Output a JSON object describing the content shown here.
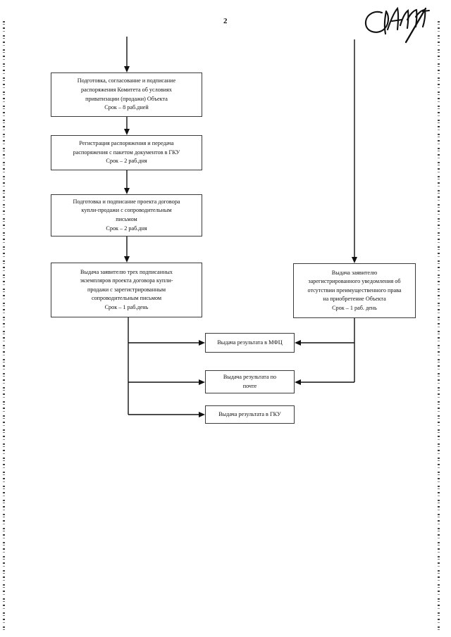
{
  "page": {
    "number": "2",
    "signature_label": "handwritten-signature"
  },
  "flowchart": {
    "type": "process-flow-diagram",
    "orientation": "top-to-bottom",
    "nodes": [
      {
        "id": "prep-order",
        "column": "left",
        "text": "Подготовка, согласование и подписание\nраспоряжения Комитета об условиях\nприватизации (продажи) Объекта\nСрок – 8 раб.дней",
        "term": "Срок – 8 раб.дней"
      },
      {
        "id": "registration",
        "column": "left",
        "text": "Регистрация распоряжения и передача\nраспоряжения с пакетом документов в ГКУ\nСрок – 2 раб.дня",
        "term": "Срок – 2 раб.дня"
      },
      {
        "id": "contract-draft",
        "column": "left",
        "text": "Подготовка и подписание проекта договора\nкупли-продажи с сопроводительным\nписьмом\nСрок – 2 раб.дня",
        "term": "Срок – 2 раб.дня"
      },
      {
        "id": "issue-contract",
        "column": "left",
        "text": "Выдача заявителю трех подписанных\nэкземпляров проекта договора купли-\nпродажи с зарегистрированным\nсопроводительным письмом\nСрок – 1 раб.день",
        "term": "Срок – 1 раб.день"
      },
      {
        "id": "issue-notice",
        "column": "right",
        "text": "Выдача заявителю\nзарегистрированного уведомления об\nотсутствии преимущественного права\nна приобретение Объекта\nСрок – 1 раб. день",
        "term": "Срок – 1 раб. день"
      },
      {
        "id": "result-mfc",
        "column": "results",
        "text": "Выдача результата в МФЦ"
      },
      {
        "id": "result-mail",
        "column": "results",
        "text": "Выдача результата по\nпочте"
      },
      {
        "id": "result-gku",
        "column": "results",
        "text": "Выдача результата в ГКУ"
      }
    ],
    "edges": [
      {
        "from": "page-top",
        "to": "prep-order",
        "direction": "down"
      },
      {
        "from": "prep-order",
        "to": "registration",
        "direction": "down"
      },
      {
        "from": "registration",
        "to": "contract-draft",
        "direction": "down"
      },
      {
        "from": "contract-draft",
        "to": "issue-contract",
        "direction": "down"
      },
      {
        "from": "page-top",
        "to": "issue-notice",
        "direction": "down"
      },
      {
        "from": "issue-contract",
        "to": "result-mfc",
        "direction": "right"
      },
      {
        "from": "issue-contract",
        "to": "result-mail",
        "direction": "right"
      },
      {
        "from": "issue-contract",
        "to": "result-gku",
        "direction": "right"
      },
      {
        "from": "issue-notice",
        "to": "result-mfc",
        "direction": "left"
      },
      {
        "from": "issue-notice",
        "to": "result-mail",
        "direction": "left"
      }
    ]
  },
  "colors": {
    "ink": "#111111",
    "box_border": "#3a3a3a",
    "paper": "#ffffff"
  }
}
